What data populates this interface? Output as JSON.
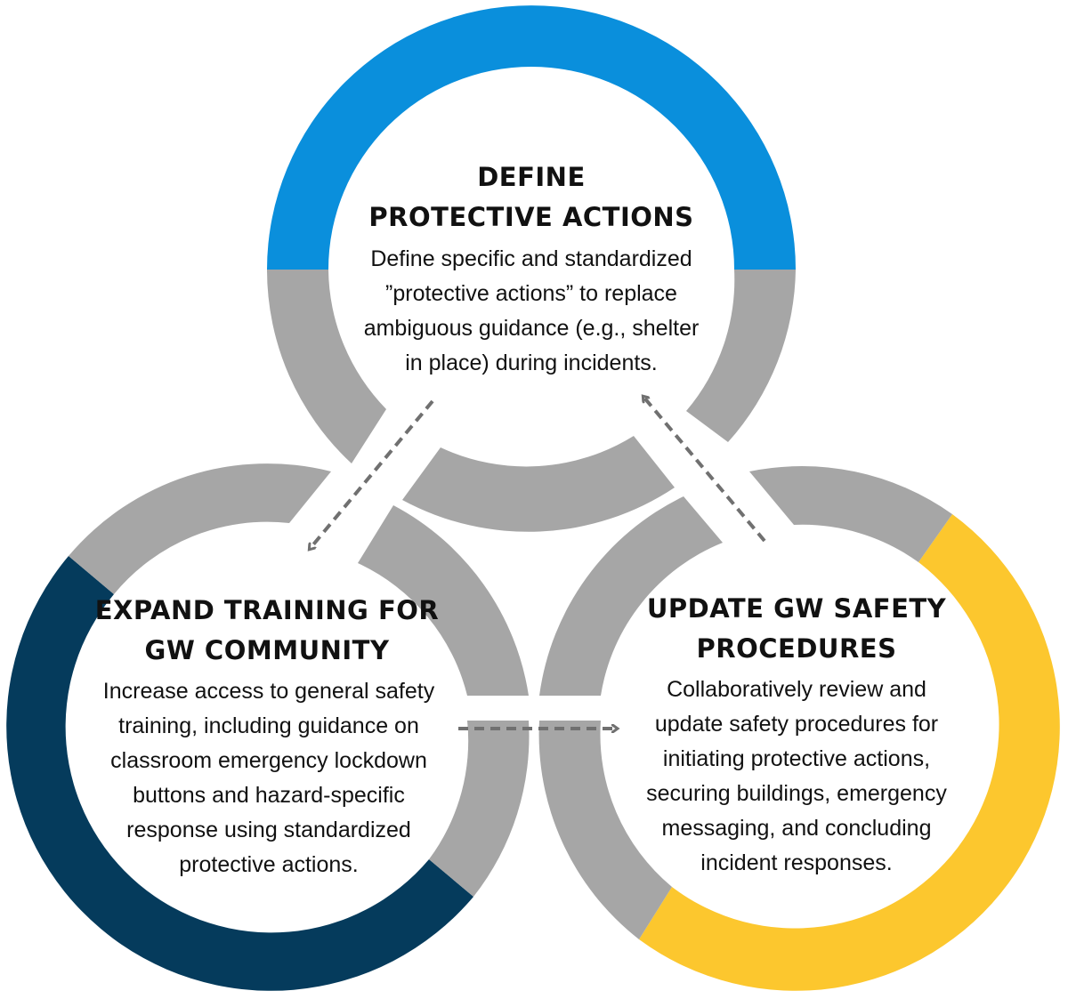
{
  "colors": {
    "top_ring": "#0a8fdc",
    "left_ring": "#053b5c",
    "right_ring": "#fcc72e",
    "ring_gray": "#a6a6a6",
    "arrow": "#707070"
  },
  "nodes": {
    "define": {
      "title_line1": "DEFINE",
      "title_line2": "PROTECTIVE ACTIONS",
      "body": [
        "Define specific and standardized",
        "”protective actions” to replace",
        "ambiguous guidance (e.g., shelter",
        "in place) during incidents."
      ]
    },
    "expand": {
      "title_line1": "EXPAND TRAINING FOR",
      "title_line2": "GW COMMUNITY",
      "body": [
        "Increase access to general safety",
        "training, including guidance on",
        "classroom emergency lockdown",
        "buttons and hazard-specific",
        "response using standardized",
        "protective actions."
      ]
    },
    "update": {
      "title_line1": "UPDATE GW SAFETY",
      "title_line2": "PROCEDURES",
      "body": [
        "Collaboratively review and",
        "update safety procedures for",
        "initiating protective actions,",
        "securing buildings, emergency",
        "messaging, and concluding",
        "incident responses."
      ]
    }
  }
}
